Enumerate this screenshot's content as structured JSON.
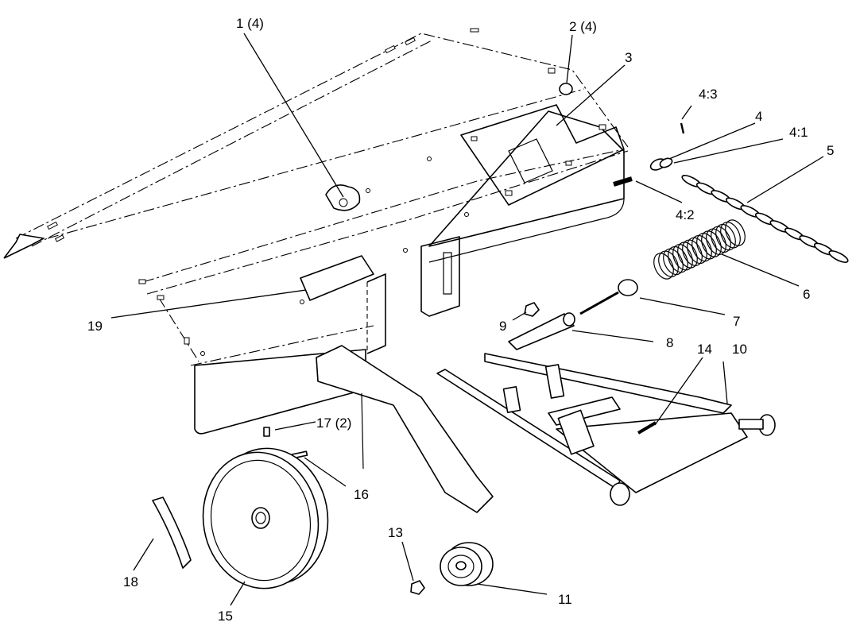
{
  "diagram": {
    "labels": {
      "l1": "1 (4)",
      "l2": "2 (4)",
      "l3": "3",
      "l4": "4",
      "l4_1": "4:1",
      "l4_2": "4:2",
      "l4_3": "4:3",
      "l5": "5",
      "l6": "6",
      "l7": "7",
      "l8": "8",
      "l9": "9",
      "l10": "10",
      "l11": "11",
      "l13": "13",
      "l14": "14",
      "l15": "15",
      "l16": "16",
      "l17": "17 (2)",
      "l18": "18",
      "l19": "19"
    }
  }
}
